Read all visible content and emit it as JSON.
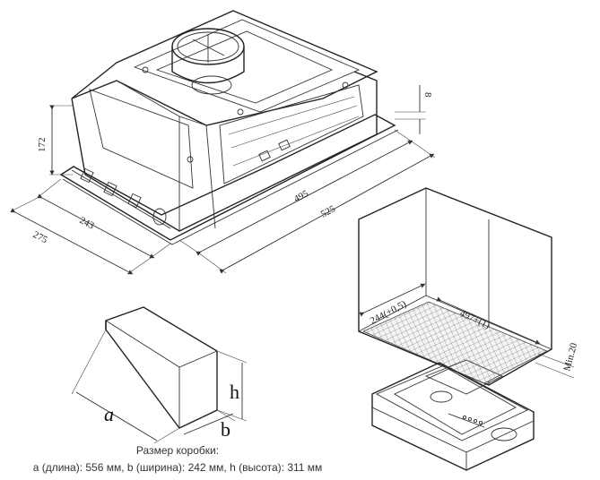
{
  "dimensions": {
    "height_172": "172",
    "offset_8": "8",
    "width_243": "243",
    "width_275": "275",
    "length_495": "495",
    "length_525": "525",
    "cutout_depth": "244(+0,5)",
    "cutout_length": "497+(1)",
    "min_gap": "Min.20"
  },
  "box_labels": {
    "a": "a",
    "b": "b",
    "h": "h"
  },
  "caption": {
    "title": "Размер коробки:",
    "sizes": "a (длина): 556 мм, b (ширина): 242 мм, h (высота): 311 мм"
  }
}
